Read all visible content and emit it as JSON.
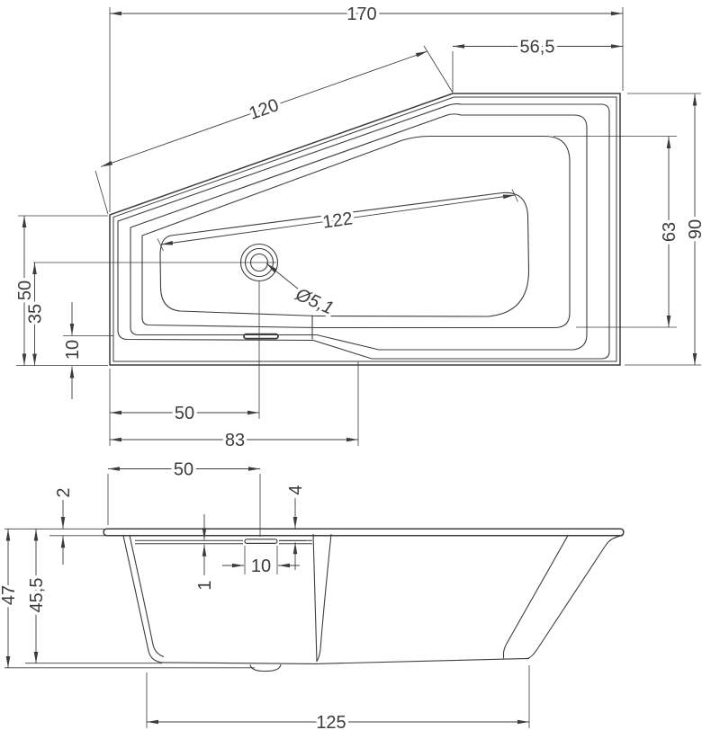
{
  "dims": {
    "plan": {
      "total_length": "170",
      "head_width": "56,5",
      "slant_length": "120",
      "basin_length": "122",
      "drain_diameter": "Ø5,1",
      "total_width": "90",
      "basin_width": "63",
      "left_end_width": "50",
      "drain_offset_bottom": "35",
      "deck_width": "10",
      "drain_from_left": "50",
      "step_from_left": "83"
    },
    "side": {
      "drain_from_left": "50",
      "rim_thickness": "2",
      "overflow_depth": "4",
      "slot_width": "10",
      "panel_thickness": "1",
      "total_height": "47",
      "shell_height": "45,5",
      "base_length": "125"
    }
  },
  "colors": {
    "line": "#3c3c3c",
    "background": "#ffffff"
  }
}
